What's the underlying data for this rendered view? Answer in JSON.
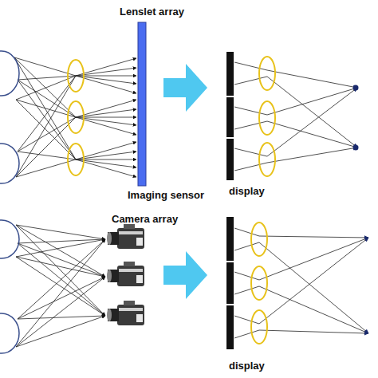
{
  "diagram": {
    "labels": [
      "Lenslet array",
      "Imaging sensor",
      "display",
      "Camera array",
      "display"
    ]
  }
}
